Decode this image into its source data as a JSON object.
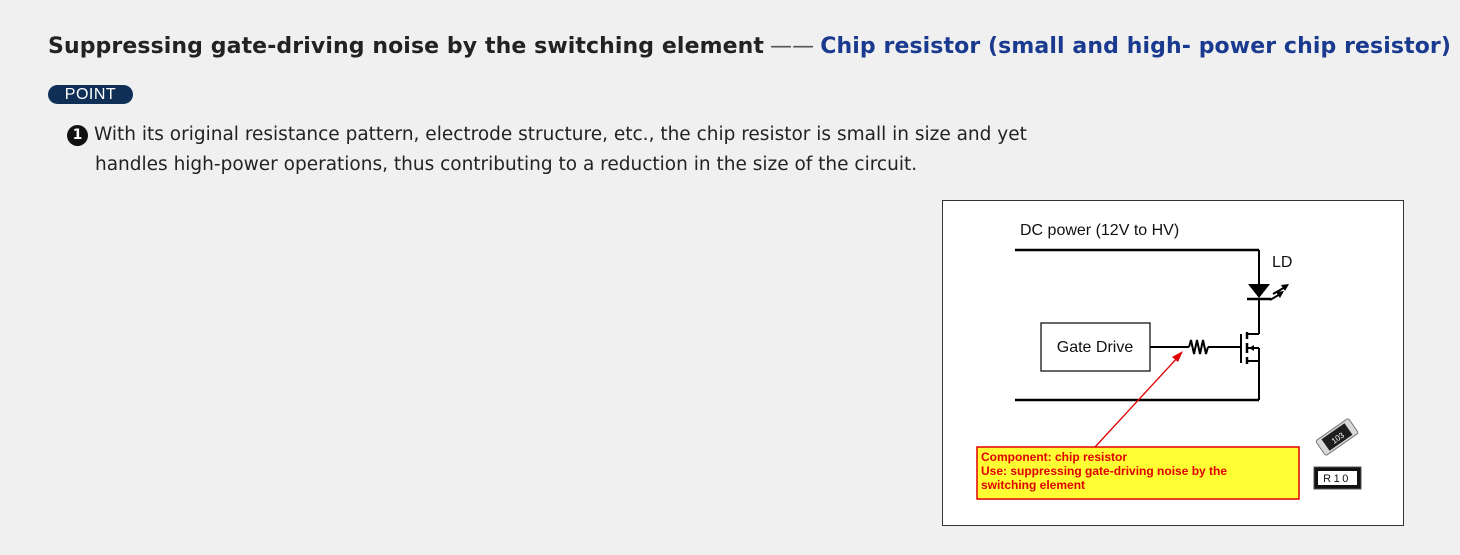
{
  "heading": {
    "main": "Suppressing gate-driving noise by the switching element",
    "dash": "——",
    "accent": "Chip resistor (small and high- power chip resistor)"
  },
  "point": {
    "badge": "POINT",
    "number": "1",
    "line1": "With its original resistance pattern, electrode structure, etc., the chip resistor is small in size and yet",
    "line2": "handles high-power operations, thus contributing to a reduction in the size of the circuit."
  },
  "diagram": {
    "power_label": "DC power (12V to HV)",
    "ld_label": "LD",
    "gate_drive_label": "Gate Drive",
    "callout": {
      "line1": "Component: chip resistor",
      "line2": "Use: suppressing gate-driving noise by the",
      "line3": "switching element"
    },
    "chip_marking_top": "103",
    "chip_marking_side": "R10",
    "colors": {
      "callout_text": "#e00000",
      "callout_fill": "#ffff33",
      "callout_border": "#e00000",
      "arrow": "#e00000"
    }
  }
}
